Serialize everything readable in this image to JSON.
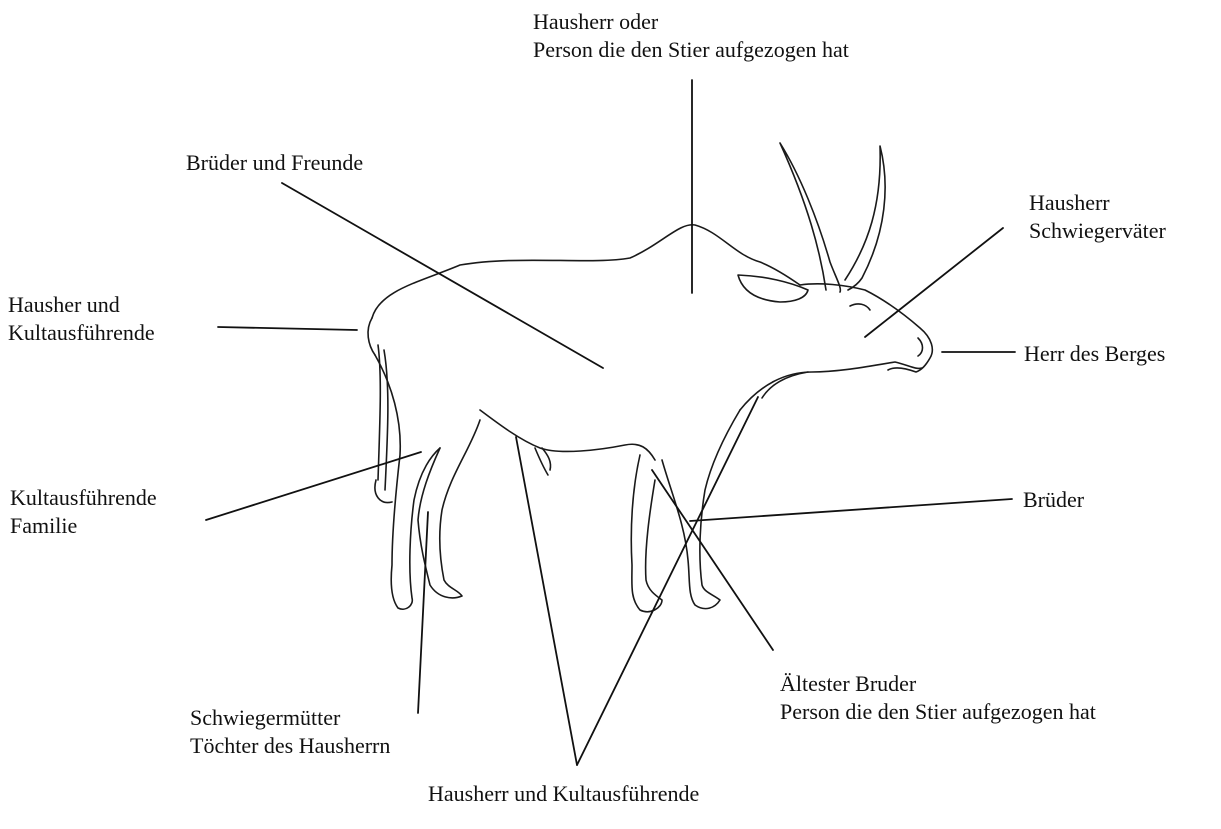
{
  "labels": {
    "top_line1": "Hausherr oder",
    "top_line2": "Person die den Stier aufgezogen hat",
    "brothers_friends": "Brüder und Freunde",
    "head_line1": "Hausherr",
    "head_line2": "Schwiegerväter",
    "hump_line1": "Hausher und",
    "hump_line2": "Kultausführende",
    "muzzle": "Herr des Berges",
    "hind_line1": "Kultausführende",
    "hind_line2": "Familie",
    "brothers": "Brüder",
    "eldest_line1": "Ältester Bruder",
    "eldest_line2": "Person die den Stier aufgezogen hat",
    "mothers_line1": "Schwiegermütter",
    "mothers_line2": "Töchter des Hausherrn",
    "bottom": "Hausherr und Kultausführende"
  }
}
